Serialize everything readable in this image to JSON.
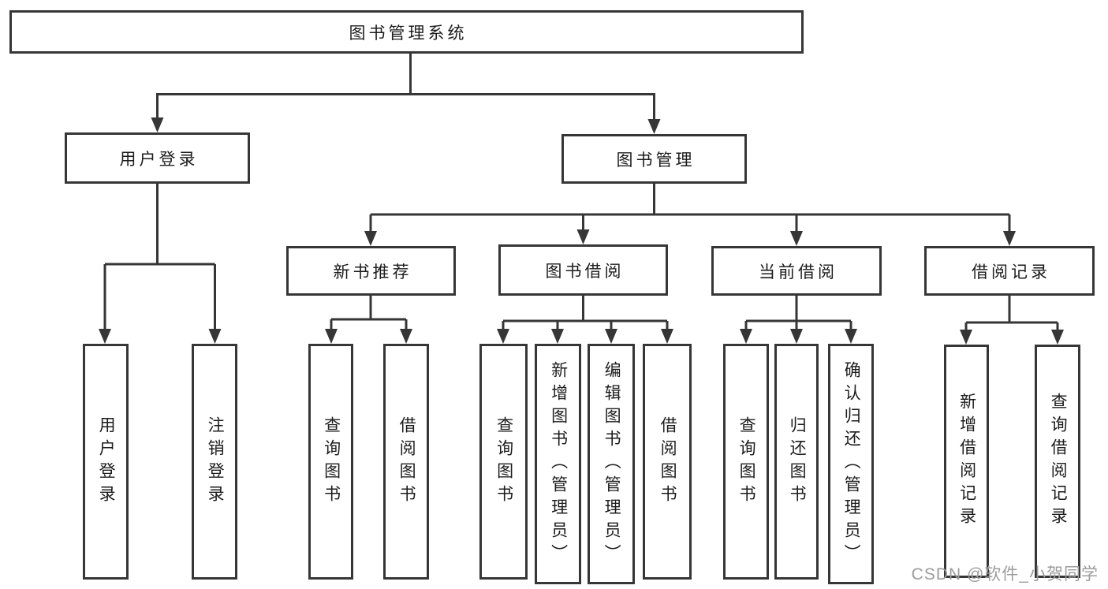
{
  "diagram_type": "hierarchy-tree",
  "colors": {
    "line": "#363636",
    "text": "#1c1c1c",
    "background": "#ffffff",
    "watermark_text": "#9c9c9c"
  },
  "root": {
    "label": "图书管理系统",
    "children": [
      {
        "label": "用户登录",
        "children": [
          {
            "label": "用户登录"
          },
          {
            "label": "注销登录"
          }
        ]
      },
      {
        "label": "图书管理",
        "children": [
          {
            "label": "新书推荐",
            "children": [
              {
                "label": "查询图书"
              },
              {
                "label": "借阅图书"
              }
            ]
          },
          {
            "label": "图书借阅",
            "children": [
              {
                "label": "查询图书"
              },
              {
                "label": "新增图书（管理员）"
              },
              {
                "label": "编辑图书（管理员）"
              },
              {
                "label": "借阅图书"
              }
            ]
          },
          {
            "label": "当前借阅",
            "children": [
              {
                "label": "查询图书"
              },
              {
                "label": "归还图书"
              },
              {
                "label": "确认归还（管理员）"
              }
            ]
          },
          {
            "label": "借阅记录",
            "children": [
              {
                "label": "新增借阅记录"
              },
              {
                "label": "查询借阅记录"
              }
            ]
          }
        ]
      }
    ]
  },
  "watermark": {
    "text": "CSDN @软件_小贺同学"
  }
}
